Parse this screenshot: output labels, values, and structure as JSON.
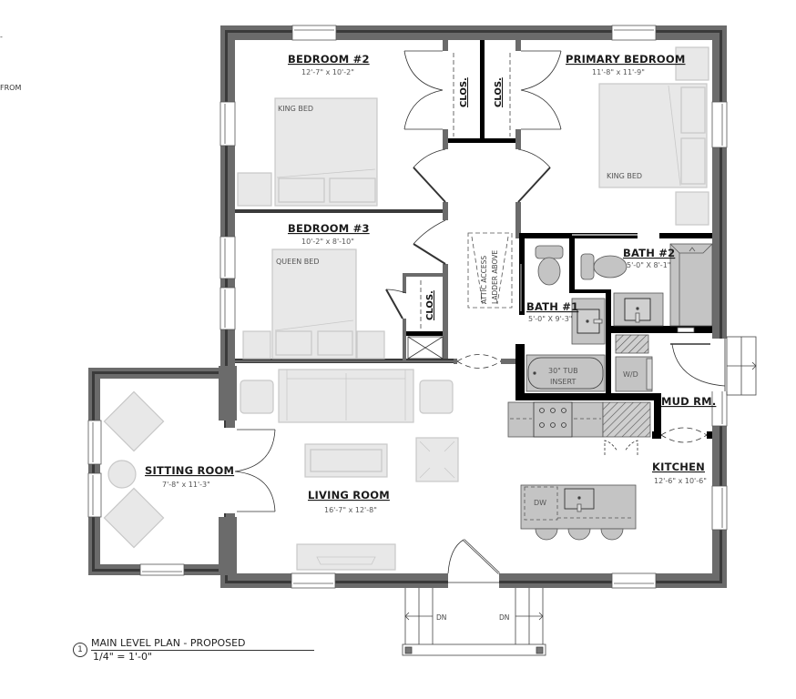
{
  "drawing": {
    "title": "MAIN LEVEL PLAN - PROPOSED",
    "scale": "1/4\" = 1'-0\"",
    "number": "1",
    "edge_fragments": [
      "-",
      "FROM"
    ]
  },
  "rooms": [
    {
      "id": "bedroom2",
      "name": "BEDROOM #2",
      "dims": "12'-7\" x 10'-2\""
    },
    {
      "id": "primary",
      "name": "PRIMARY BEDROOM",
      "dims": "11'-8\" x 11'-9\""
    },
    {
      "id": "bedroom3",
      "name": "BEDROOM #3",
      "dims": "10'-2\" x 8'-10\""
    },
    {
      "id": "bath1",
      "name": "BATH #1",
      "dims": "5'-0\" X 9'-3\""
    },
    {
      "id": "bath2",
      "name": "BATH #2",
      "dims": "5'-0\" X 8'-1\""
    },
    {
      "id": "sitting",
      "name": "SITTING ROOM",
      "dims": "7'-8\" x 11'-3\""
    },
    {
      "id": "living",
      "name": "LIVING ROOM",
      "dims": "16'-7\" x 12'-8\""
    },
    {
      "id": "kitchen",
      "name": "KITCHEN",
      "dims": "12'-6\" x 10'-6\""
    },
    {
      "id": "mudroom",
      "name": "MUD RM.",
      "dims": ""
    }
  ],
  "closets": [
    "CLOS.",
    "CLOS.",
    "CLOS."
  ],
  "furniture": {
    "bed_bedroom2": "KING BED",
    "bed_primary": "KING BED",
    "bed_bedroom3": "QUEEN BED",
    "tub": [
      "30\" TUB",
      "INSERT"
    ],
    "washer_dryer": "W/D",
    "dishwasher": "DW",
    "attic": [
      "ATTIC ACCESS",
      "LADDER ABOVE"
    ]
  },
  "stairs": {
    "left": "DN",
    "right": "DN"
  },
  "colors": {
    "wall_outer": "#6b6b6b",
    "wall_dark": "#3a3a3a",
    "wall_interior": "#000000",
    "furniture_fill": "#e8e8e8",
    "furniture_stroke": "#c8c8c8",
    "fixture_fill": "#c4c4c4",
    "background": "#ffffff"
  }
}
